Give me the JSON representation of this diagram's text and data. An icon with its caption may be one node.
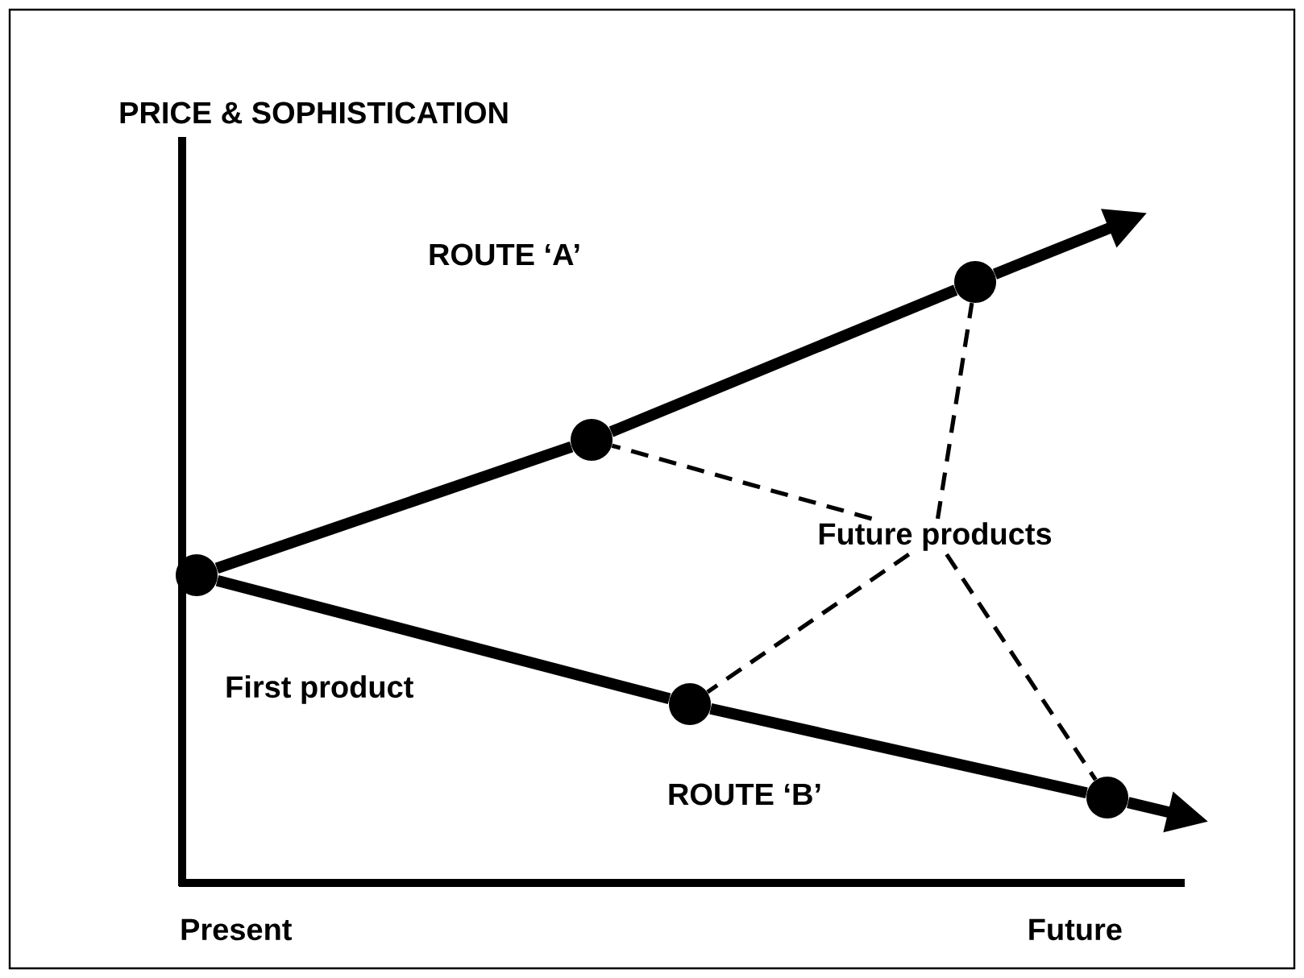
{
  "diagram": {
    "nodes": [
      {
        "text": [],
        "shape": "circle",
        "beside": [
          "First product"
        ]
      },
      {
        "text": [],
        "shape": "circle"
      },
      {
        "text": [],
        "shape": "circle"
      },
      {
        "text": [],
        "shape": "circle"
      },
      {
        "text": [],
        "shape": "circle"
      },
      {
        "text": [
          "Future products"
        ]
      }
    ],
    "edges": [
      {
        "from": 0,
        "to": 1,
        "arrow": "none"
      },
      {
        "from": 1,
        "to": 2,
        "arrow": "none"
      },
      {
        "from": 2,
        "to": null,
        "arrow": "to"
      },
      {
        "from": 0,
        "to": 3,
        "arrow": "none"
      },
      {
        "from": 3,
        "to": 4,
        "arrow": "none"
      },
      {
        "from": 4,
        "to": null,
        "arrow": "to"
      },
      {
        "from": 5,
        "to": 1,
        "arrow": "none",
        "style": "dashed"
      },
      {
        "from": 5,
        "to": 2,
        "arrow": "none",
        "style": "dashed"
      },
      {
        "from": 5,
        "to": 3,
        "arrow": "none",
        "style": "dashed"
      },
      {
        "from": 5,
        "to": 4,
        "arrow": "none",
        "style": "dashed"
      }
    ],
    "labels": [
      "PRICE & SOPHISTICATION",
      "ROUTE ‘A’",
      "ROUTE ‘B’",
      "Present",
      "Future"
    ]
  }
}
